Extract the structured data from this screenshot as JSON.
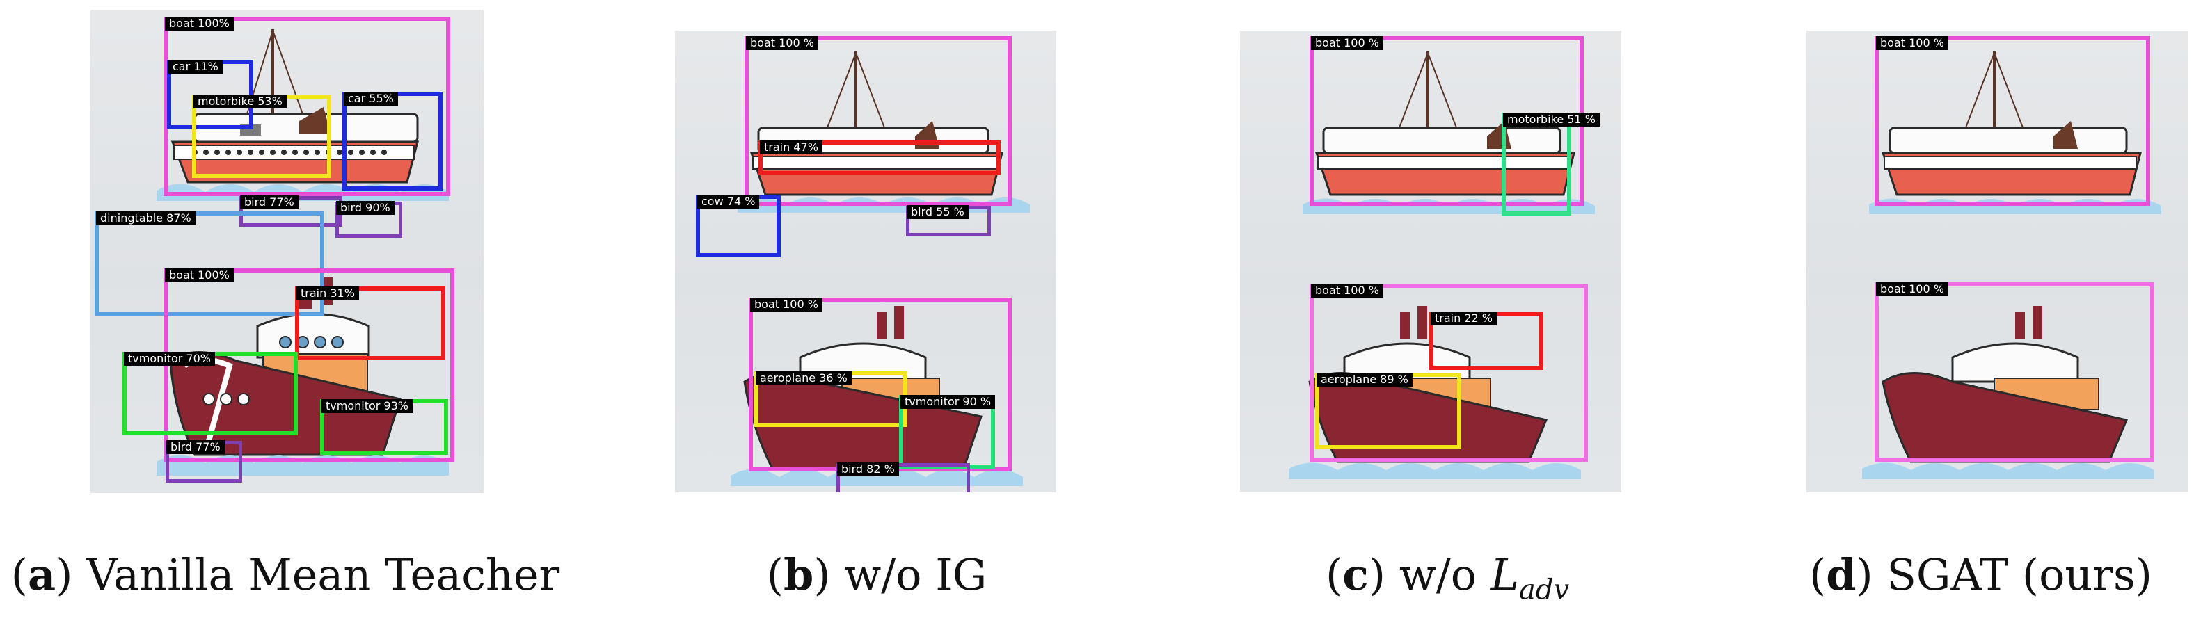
{
  "figure": {
    "panels": [
      {
        "id": "a",
        "caption": {
          "letter": "a",
          "text": "Vanilla Mean Teacher"
        },
        "detections": [
          {
            "label": "boat 100%",
            "color": "#e84fd6"
          },
          {
            "label": "car 11%",
            "color": "#1f2be0"
          },
          {
            "label": "motorbike 53%",
            "color": "#f2e51e"
          },
          {
            "label": "car 55%",
            "color": "#1f2be0"
          },
          {
            "label": "bird 77%",
            "color": "#7d3fb3"
          },
          {
            "label": "bird 90%",
            "color": "#7d3fb3"
          },
          {
            "label": "diningtable 87%",
            "color": "#5aa0e0"
          },
          {
            "label": "boat 100%",
            "color": "#e84fd6"
          },
          {
            "label": "train 31%",
            "color": "#ee1c1c"
          },
          {
            "label": "tvmonitor 70%",
            "color": "#22e02a"
          },
          {
            "label": "tvmonitor 93%",
            "color": "#22e02a"
          },
          {
            "label": "bird 77%",
            "color": "#7d3fb3"
          }
        ]
      },
      {
        "id": "b",
        "caption": {
          "letter": "b",
          "text": "w/o IG"
        },
        "detections": [
          {
            "label": "boat 100 %",
            "color": "#e84fd6"
          },
          {
            "label": "train 47%",
            "color": "#ee1c1c"
          },
          {
            "label": "cow 74 %",
            "color": "#1f2be0"
          },
          {
            "label": "bird 55 %",
            "color": "#7d3fb3"
          },
          {
            "label": "boat 100 %",
            "color": "#e84fd6"
          },
          {
            "label": "aeroplane 36 %",
            "color": "#f2e51e"
          },
          {
            "label": "tvmonitor 90 %",
            "color": "#22e07a"
          },
          {
            "label": "bird 82 %",
            "color": "#7d3fb3"
          }
        ]
      },
      {
        "id": "c",
        "caption": {
          "letter": "c",
          "text": "w/o ",
          "math": "L",
          "math_sub": "adv"
        },
        "detections": [
          {
            "label": "boat 100 %",
            "color": "#e84fd6"
          },
          {
            "label": "motorbike 51 %",
            "color": "#2fe08a"
          },
          {
            "label": "boat 100 %",
            "color": "#ef6ee3"
          },
          {
            "label": "train 22 %",
            "color": "#ee1c1c"
          },
          {
            "label": "aeroplane 89 %",
            "color": "#f2e51e"
          }
        ]
      },
      {
        "id": "d",
        "caption": {
          "letter": "d",
          "text": "SGAT (ours)"
        },
        "detections": [
          {
            "label": "boat 100 %",
            "color": "#e84fd6"
          },
          {
            "label": "boat 100 %",
            "color": "#ef6ee3"
          }
        ]
      }
    ],
    "colors": {
      "sky": "#e2e5e8",
      "hull_red": "#e8604e",
      "hull_maroon": "#8a2532",
      "water": "#a9d6ee",
      "deck_white": "#fbfbfb",
      "funnel_brown": "#6b3b2a"
    }
  }
}
